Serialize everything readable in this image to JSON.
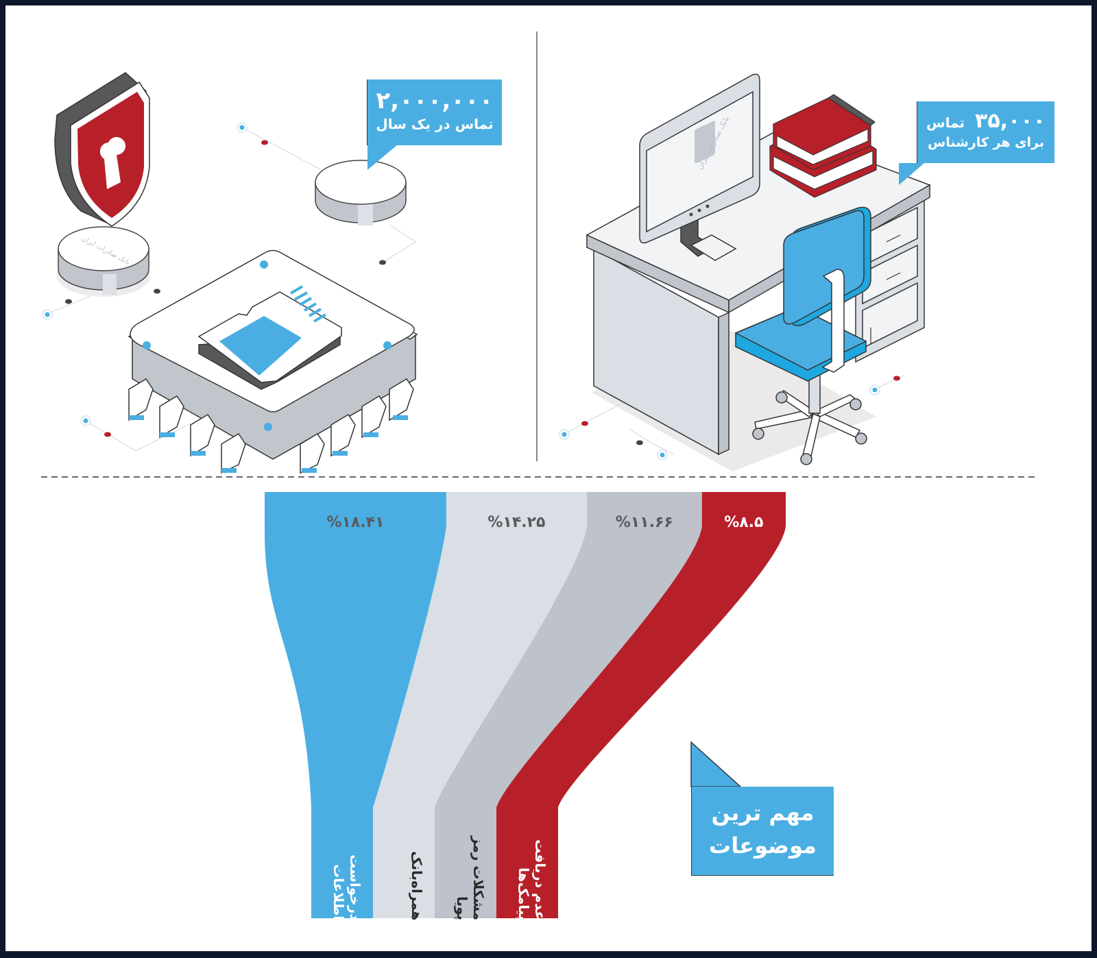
{
  "stats": {
    "annual_calls": {
      "value": "۲,۰۰۰,۰۰۰",
      "caption": "تماس در یک سال"
    },
    "per_agent_calls": {
      "value": "۳۵,۰۰۰",
      "unit": "تماس",
      "caption": "برای هر کارشناس"
    }
  },
  "illustrations": {
    "left": "shield-lock-chip-illustration",
    "right": "office-desk-computer-illustration",
    "brand_logo_text": "بانک صادرات ایران"
  },
  "colors": {
    "accent_blue": "#4aaee2",
    "light_gray": "#dadee5",
    "mid_gray": "#bec2ca",
    "red": "#b72029",
    "dark": "#58585b"
  },
  "chart_data": {
    "type": "bar",
    "title": "مهم ترین موضوعات",
    "unit": "%",
    "categories": [
      "درخواست اطلاعات",
      "همراه‌بانک",
      "مشکلات رمز پویا",
      "عدم دریافت پیامک‌ها"
    ],
    "values": [
      18.41,
      14.25,
      11.66,
      8.5
    ],
    "value_labels": [
      "%۱۸.۴۱",
      "%۱۴.۲۵",
      "%۱۱.۶۶",
      "%۸.۵"
    ],
    "series_colors": [
      "#4aaee2",
      "#dadee5",
      "#bec2ca",
      "#b72029"
    ],
    "legend": "none",
    "grid": false
  }
}
